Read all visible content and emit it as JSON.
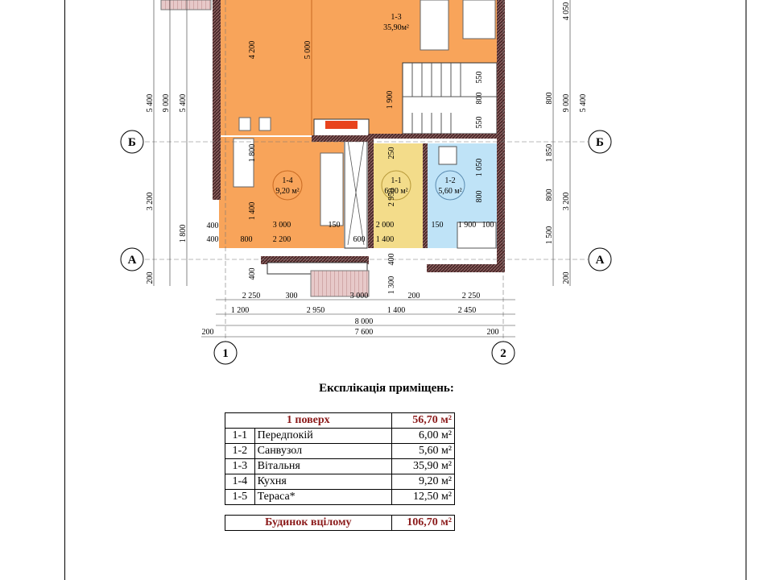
{
  "axes": {
    "rows": [
      "Б",
      "А"
    ],
    "cols": [
      "1",
      "2"
    ]
  },
  "rooms": [
    {
      "code": "1-3",
      "area": "35,90м²"
    },
    {
      "code": "1-4",
      "area": "9,20 м²"
    },
    {
      "code": "1-1",
      "area": "6,00 м²"
    },
    {
      "code": "1-2",
      "area": "5,60 м²"
    }
  ],
  "dims": {
    "left_outer": [
      "5 400",
      "9 000",
      "5 400",
      "3 200",
      "1 800",
      "200"
    ],
    "left_inner": [
      "4 200",
      "1 800",
      "1 400",
      "400",
      "400",
      "400"
    ],
    "right_outer": [
      "4 050",
      "800",
      "9 000",
      "5 400",
      "1 850",
      "800",
      "3 200",
      "1 500",
      "200"
    ],
    "inner_misc": [
      "5 000",
      "1 900",
      "550",
      "800",
      "550",
      "250",
      "2 950",
      "1 050",
      "800",
      "1 300",
      "400"
    ],
    "row_inner1": [
      "3 000",
      "150",
      "2 000",
      "150",
      "1 900",
      "100"
    ],
    "row_inner2": [
      "800",
      "2 200",
      "600",
      "1 400"
    ],
    "row_a": [
      "2 250",
      "300",
      "3 000",
      "200",
      "2 250"
    ],
    "row_b": [
      "1 200",
      "2 950",
      "1 400",
      "2 450"
    ],
    "row_c": "8 000",
    "row_d": [
      "200",
      "7 600",
      "200"
    ]
  },
  "explication": {
    "title": "Експлікація приміщень:",
    "floor": {
      "name": "1 поверх",
      "area": "56,70 м²"
    },
    "rows": [
      {
        "code": "1-1",
        "name": "Передпокій",
        "area": "6,00 м²"
      },
      {
        "code": "1-2",
        "name": "Санвузол",
        "area": "5,60 м²"
      },
      {
        "code": "1-3",
        "name": "Вітальня",
        "area": "35,90 м²"
      },
      {
        "code": "1-4",
        "name": "Кухня",
        "area": "9,20 м²"
      },
      {
        "code": "1-5",
        "name": "Тераса*",
        "area": "12,50 м²"
      }
    ],
    "total": {
      "name": "Будинок вцілому",
      "area": "106,70 м²"
    }
  },
  "colors": {
    "living": "#f8a45a",
    "kitchen": "#f8a45a",
    "hall": "#f3dc8a",
    "bath": "#bfe3f7",
    "wall": "#3a2222",
    "terrace": "#d9b3b3",
    "accent": "#8b1a1a"
  }
}
